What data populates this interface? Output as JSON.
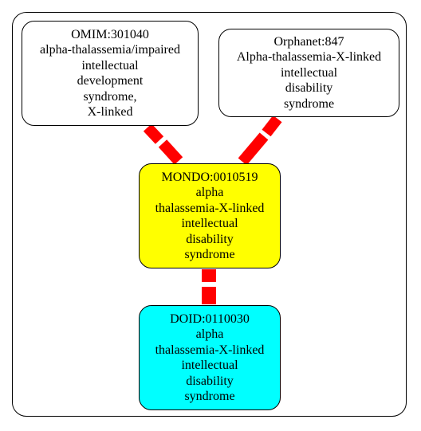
{
  "colors": {
    "edge": "#ff0000",
    "node_default": "#ffffff",
    "node_mondo": "#ffff00",
    "node_doid": "#00ffff",
    "border": "#000000"
  },
  "nodes": {
    "omim": {
      "lines": [
        "OMIM:301040",
        "alpha-thalassemia/impaired",
        "intellectual",
        "development",
        "syndrome,",
        "X-linked"
      ]
    },
    "orphanet": {
      "lines": [
        "Orphanet:847",
        "Alpha-thalassemia-X-linked",
        "intellectual",
        "disability",
        "syndrome"
      ]
    },
    "mondo": {
      "lines": [
        "MONDO:0010519",
        "alpha",
        "thalassemia-X-linked",
        "intellectual",
        "disability",
        "syndrome"
      ]
    },
    "doid": {
      "lines": [
        "DOID:0110030",
        "alpha",
        "thalassemia-X-linked",
        "intellectual",
        "disability",
        "syndrome"
      ]
    }
  },
  "edges": [
    {
      "from": "omim",
      "to": "mondo"
    },
    {
      "from": "orphanet",
      "to": "mondo"
    },
    {
      "from": "mondo",
      "to": "doid"
    }
  ]
}
